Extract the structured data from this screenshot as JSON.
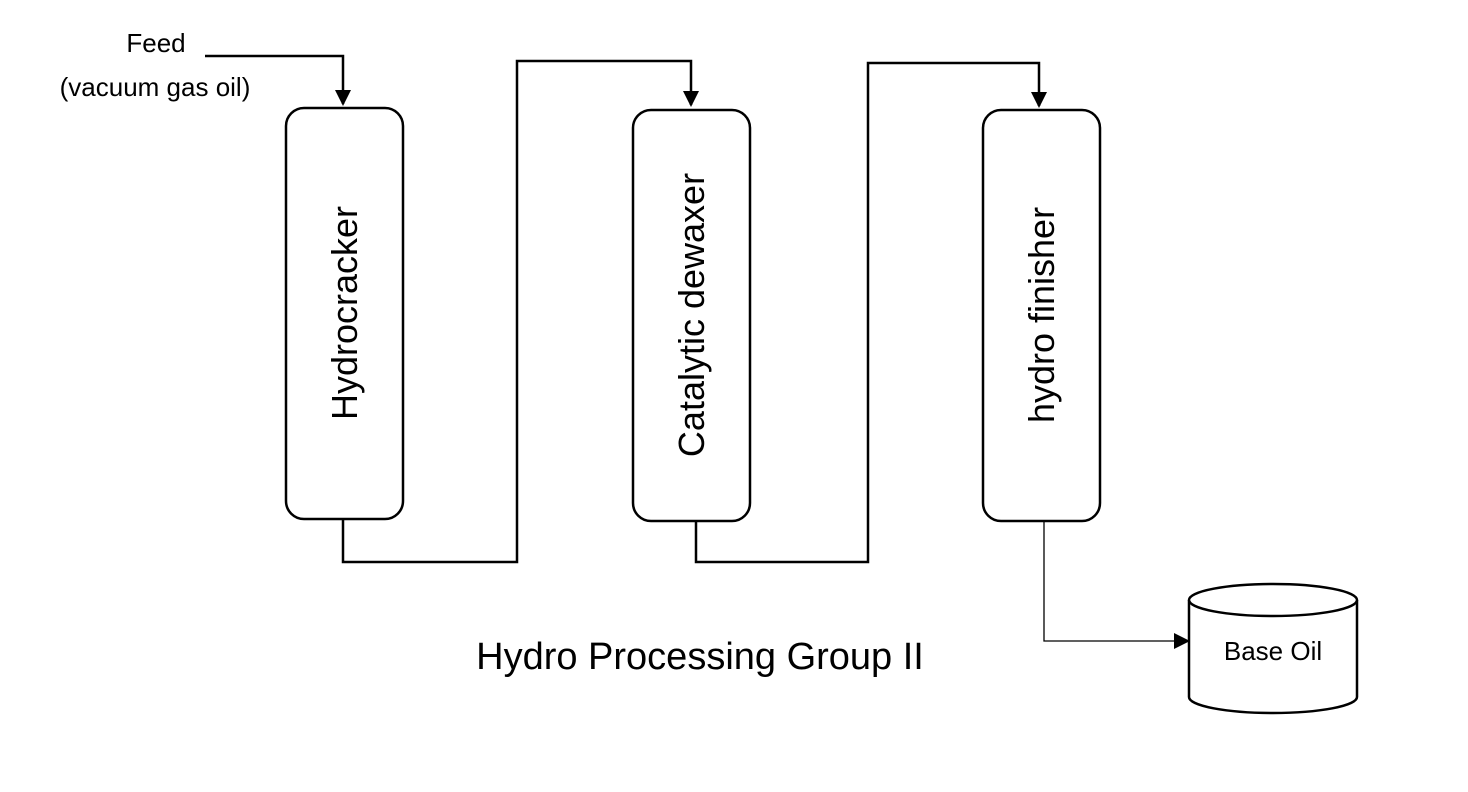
{
  "feed": {
    "line1": "Feed",
    "line2": "(vacuum gas oil)"
  },
  "units": [
    {
      "label": "Hydrocracker"
    },
    {
      "label": "Catalytic dewaxer"
    },
    {
      "label": "hydro finisher"
    }
  ],
  "product": {
    "label": "Base Oil"
  },
  "caption": "Hydro Processing Group II",
  "colors": {
    "stroke": "#000000",
    "background": "#ffffff"
  }
}
